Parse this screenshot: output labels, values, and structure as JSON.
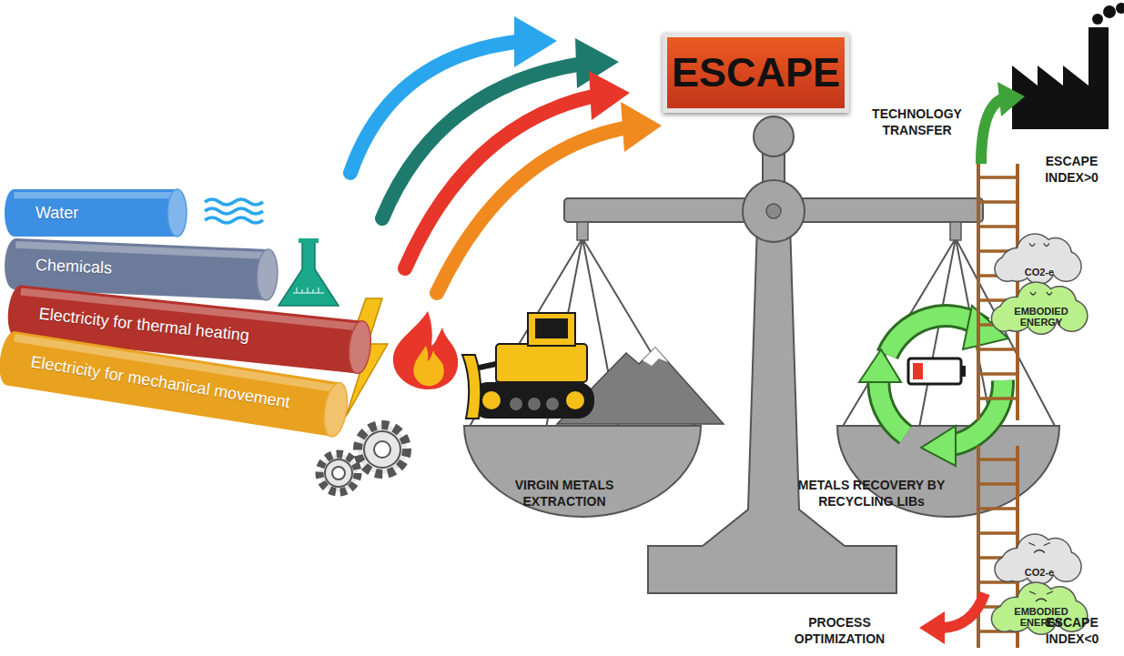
{
  "diagram": {
    "nodes": [
      {
        "text": [
          "Water"
        ]
      },
      {
        "text": [
          "Chemicals"
        ]
      },
      {
        "text": [
          "Electricity for thermal heating"
        ]
      },
      {
        "text": [
          "Electricity for mechanical movement"
        ]
      },
      {
        "text": [
          "ESCAPE"
        ]
      },
      {
        "text": [
          "CO2-e"
        ]
      },
      {
        "text": [
          "EMBODIED ENERGY"
        ]
      },
      {
        "text": [
          "CO2-e"
        ]
      },
      {
        "text": [
          "EMBODIED ENERGY"
        ]
      }
    ],
    "labels": [
      "TECHNOLOGY TRANSFER",
      "ESCAPE INDEX>0",
      "VIRGIN METALS EXTRACTION",
      "METALS RECOVERY BY RECYCLING LIBs",
      "ESCAPE INDEX<0",
      "PROCESS OPTIMIZATION"
    ]
  }
}
